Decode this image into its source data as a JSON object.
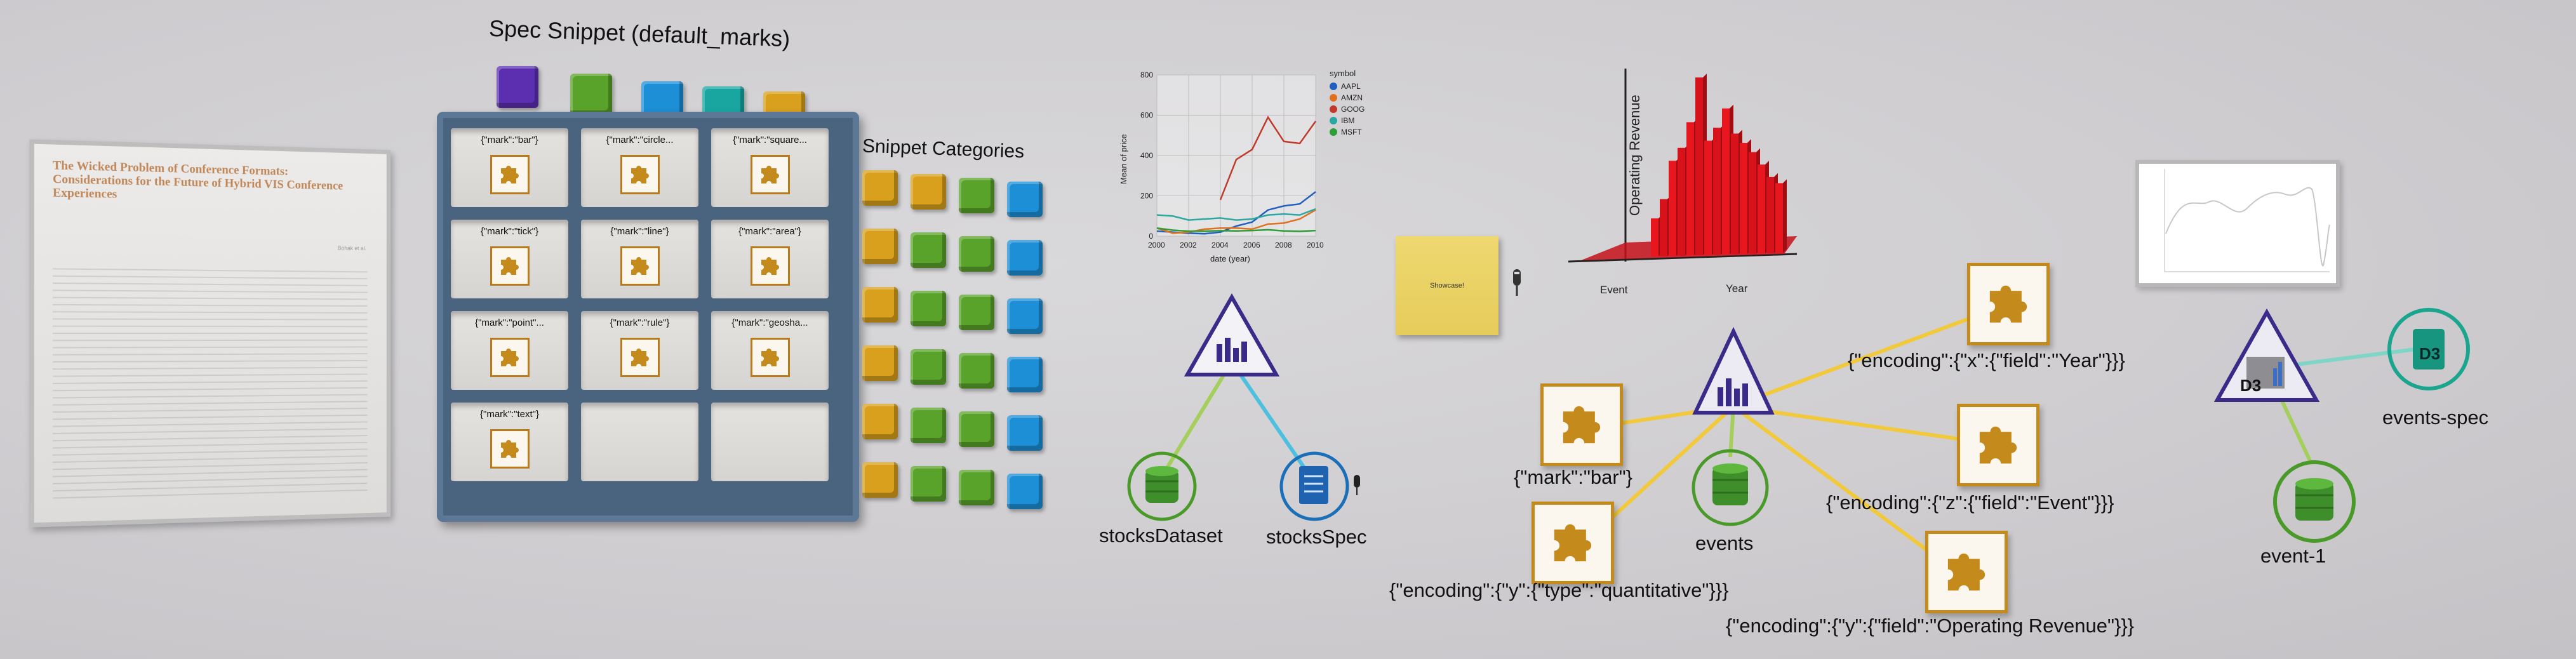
{
  "paper": {
    "title": "The Wicked Problem of Conference Formats: Considerations for the Future of Hybrid VIS Conference Experiences",
    "author": "Bohak et al."
  },
  "shelf": {
    "title": "Spec Snippet (default_marks)",
    "cells": [
      "{\"mark\":\"bar\"}",
      "{\"mark\":\"circle...",
      "{\"mark\":\"square...",
      "{\"mark\":\"tick\"}",
      "{\"mark\":\"line\"}",
      "{\"mark\":\"area\"}",
      "{\"mark\":\"point\"...",
      "{\"mark\":\"rule\"}",
      "{\"mark\":\"geosha...",
      "{\"mark\":\"text\"}"
    ],
    "top_cube_colors": [
      "#5b2fb0",
      "#5aa32b",
      "#1d8fd6",
      "#19a6a0",
      "#d8a01c"
    ],
    "categories_title": "Snippet Categories",
    "category_colors": [
      "#d8a01c",
      "#5aa32b",
      "#5aa32b",
      "#1d8fd6"
    ]
  },
  "chart_data": {
    "type": "line",
    "title": "",
    "xlabel": "date (year)",
    "ylabel": "Mean of price",
    "xlim": [
      2000,
      2010
    ],
    "ylim": [
      0,
      800
    ],
    "x_ticks": [
      "2000",
      "2002",
      "2004",
      "2006",
      "2008",
      "2010"
    ],
    "y_ticks": [
      "0",
      "200",
      "400",
      "600",
      "800"
    ],
    "legend_title": "symbol",
    "legend_position": "top-right",
    "series": [
      {
        "name": "AAPL",
        "color": "#1f5fbf",
        "x": [
          2000,
          2001,
          2002,
          2003,
          2004,
          2005,
          2006,
          2007,
          2008,
          2009,
          2010
        ],
        "y": [
          25,
          20,
          15,
          12,
          20,
          50,
          70,
          130,
          150,
          160,
          220
        ]
      },
      {
        "name": "AMZN",
        "color": "#e07020",
        "x": [
          2000,
          2001,
          2002,
          2003,
          2004,
          2005,
          2006,
          2007,
          2008,
          2009,
          2010
        ],
        "y": [
          40,
          15,
          20,
          35,
          40,
          40,
          35,
          60,
          65,
          85,
          130
        ]
      },
      {
        "name": "GOOG",
        "color": "#c0392b",
        "x": [
          2004,
          2005,
          2006,
          2007,
          2008,
          2009,
          2010
        ],
        "y": [
          180,
          380,
          430,
          590,
          470,
          460,
          570
        ]
      },
      {
        "name": "IBM",
        "color": "#2aa7a0",
        "x": [
          2000,
          2001,
          2002,
          2003,
          2004,
          2005,
          2006,
          2007,
          2008,
          2009,
          2010
        ],
        "y": [
          105,
          100,
          80,
          85,
          90,
          80,
          85,
          105,
          110,
          105,
          135
        ]
      },
      {
        "name": "MSFT",
        "color": "#2e9e3a",
        "x": [
          2000,
          2001,
          2002,
          2003,
          2004,
          2005,
          2006,
          2007,
          2008,
          2009,
          2010
        ],
        "y": [
          40,
          30,
          25,
          25,
          27,
          26,
          28,
          32,
          26,
          24,
          28
        ]
      }
    ]
  },
  "graph_left": {
    "dataset_label": "stocksDataset",
    "spec_label": "stocksSpec"
  },
  "showcase": {
    "label": "Showcase!"
  },
  "bar3d": {
    "ylabel": "Operating Revenue",
    "x1label": "Event",
    "x2label": "Year"
  },
  "graph_right": {
    "mark_label": "{\"mark\":\"bar\"}",
    "enc_y_type": "{\"encoding\":{\"y\":{\"type\":\"quantitative\"}}}",
    "enc_x_field": "{\"encoding\":{\"x\":{\"field\":\"Year\"}}}",
    "enc_z_field": "{\"encoding\":{\"z\":{\"field\":\"Event\"}}}",
    "enc_y_field": "{\"encoding\":{\"y\":{\"field\":\"Operating Revenue\"}}}",
    "events_label": "events"
  },
  "d3_graph": {
    "spec_label": "events-spec",
    "dataset_label": "event-1"
  }
}
